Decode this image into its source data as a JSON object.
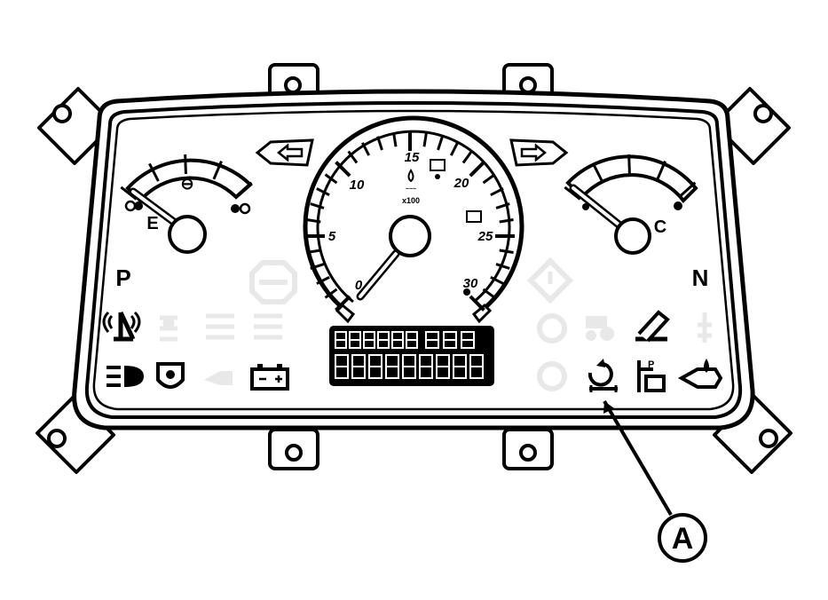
{
  "tachometer": {
    "scale_labels": [
      "0",
      "5",
      "10",
      "15",
      "20",
      "25",
      "30"
    ],
    "unit_label": "x100"
  },
  "indicators": {
    "park_letter": "P",
    "neutral_letter": "N",
    "fuel_gauge_letter": "E",
    "temp_gauge_letter": "C"
  },
  "callout": {
    "letter": "A"
  },
  "colors": {
    "ink": "#000000",
    "faded": "#e8e8e8",
    "background": "#ffffff"
  }
}
